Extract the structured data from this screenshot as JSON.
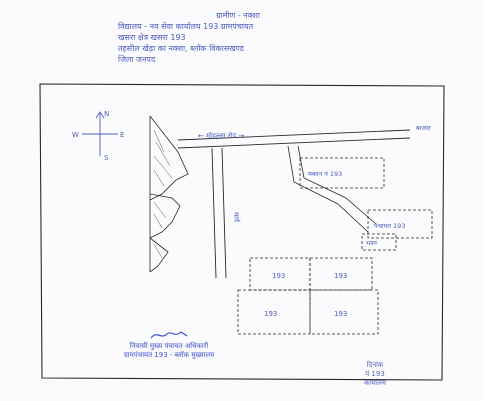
{
  "header": {
    "line1": "ग्रामीण - नक्शा",
    "line2": "विद्यालय - नव सेवा कार्यालय 193 ग्रामपंचायत",
    "line3": "खसरा क्षेत्र खसरा 193",
    "line4": "तहसील खेड़ा का नक्शा, ब्लॉक विकासखण्ड",
    "line5": "जिला जनपद"
  },
  "map": {
    "road_label": "← मोहल्ला रोड →",
    "road_right_label": "बाजार",
    "side_road_label": "मार्ग",
    "compass_n": "N",
    "compass_s": "S",
    "compass_e": "E",
    "compass_w": "W",
    "building_label": "मकान नं 193",
    "plot_right_top": "पंचायत 193",
    "plot_right_bottom": "भवन",
    "plot_a": "193",
    "plot_b": "193",
    "plot_c": "193",
    "plot_d": "193"
  },
  "stamp": {
    "signature": "हस्ताक्षर",
    "line1": "निवासी मुख्य पंचायत अधिकारी",
    "line2": "ग्रामपंचायत 193 - ब्लॉक मुख्यालय"
  },
  "bottom_note": {
    "line1": "दिनांक",
    "line2": "पं 193",
    "line3": "कार्यालय"
  },
  "colors": {
    "ink": "#4d5cc0",
    "stamp": "#3b4fd0",
    "border": "#2a2a2a",
    "paper": "#fbfbfd"
  }
}
